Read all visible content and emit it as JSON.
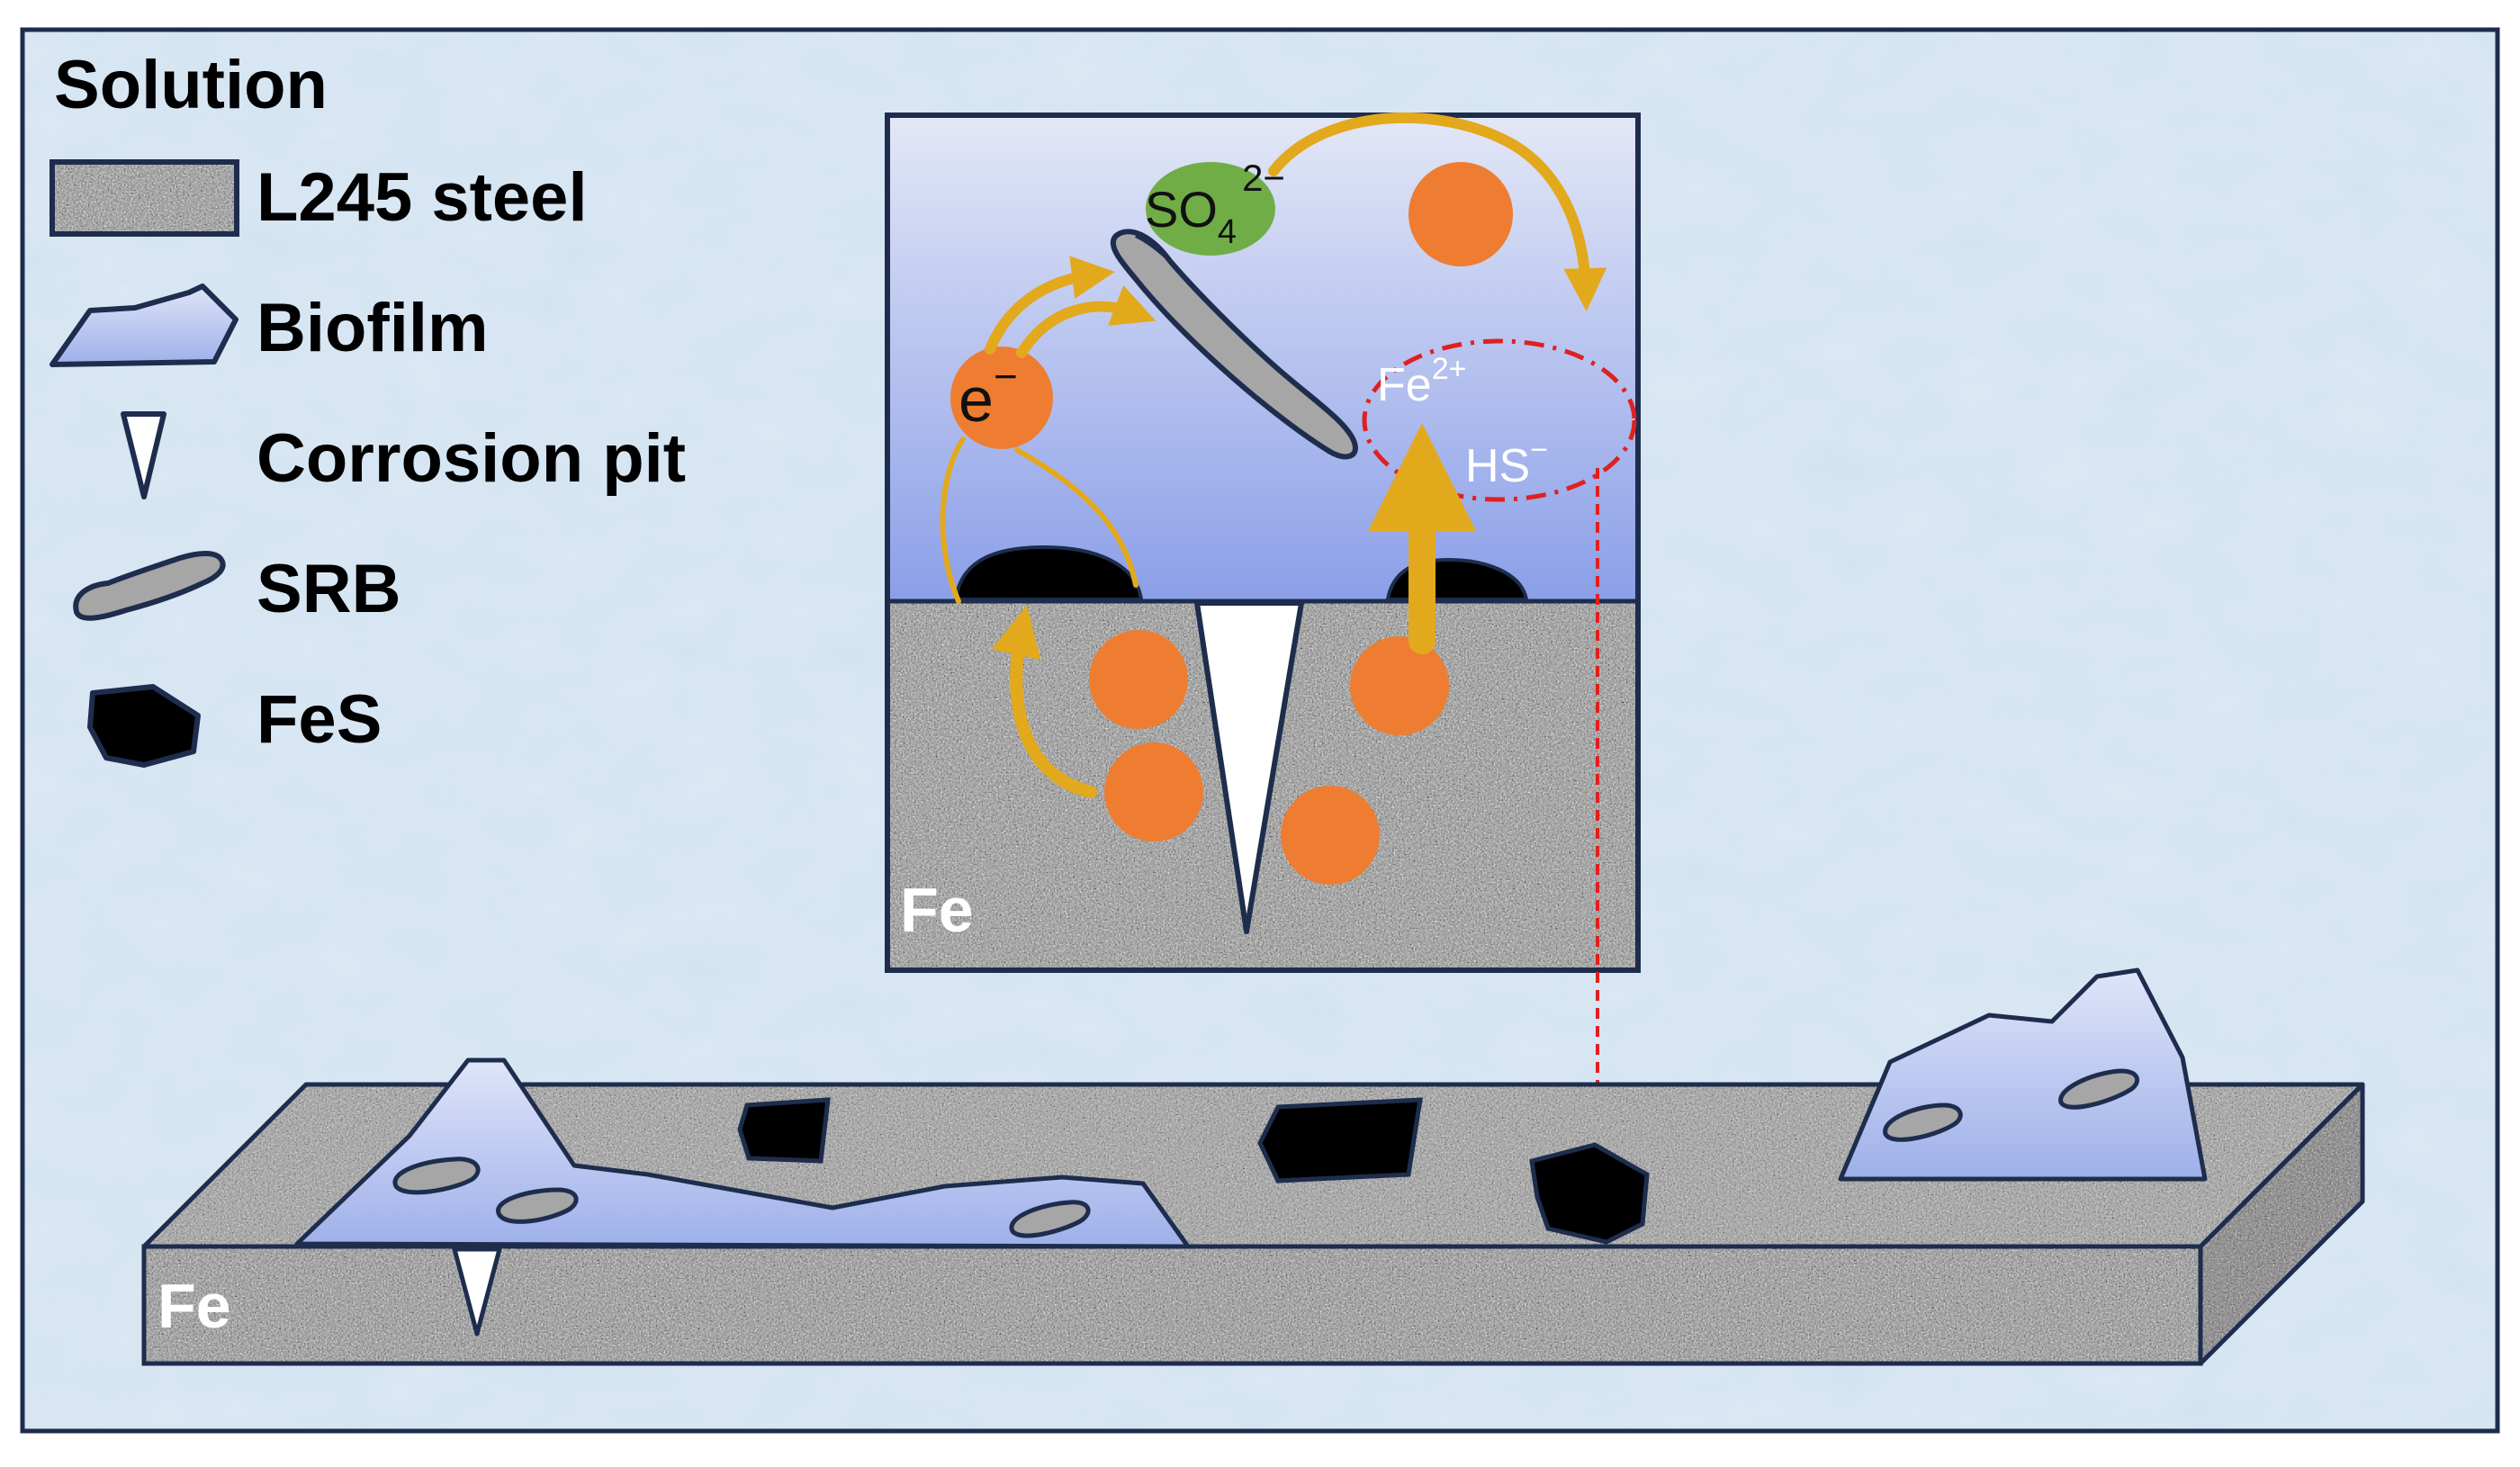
{
  "legend": {
    "title": "Solution",
    "steel": "L245 steel",
    "biofilm": "Biofilm",
    "pit": "Corrosion pit",
    "srb": "SRB",
    "fes": "FeS"
  },
  "inset": {
    "sulfate": "SO",
    "sulfate_sub": "4",
    "sulfate_sup": "2−",
    "electron": "e",
    "electron_sup": "−",
    "iron_ion": "Fe",
    "iron_ion_sup": "2+",
    "bisulfide": "HS",
    "bisulfide_sup": "−",
    "metal": "Fe"
  },
  "slab": {
    "metal": "Fe"
  },
  "colors": {
    "background": "#d3e3f1",
    "frame": "#1e2d4d",
    "solution_top": "#dfe4f5",
    "solution_bottom": "#8c9fe6",
    "biofilm": "#b9c6ef",
    "ion": "#ee7d31",
    "sulfate": "#70ad47",
    "arrow": "#e3a91d",
    "dashed": "#e02020",
    "fes": "#000000",
    "srb": "#a6a6a6"
  }
}
